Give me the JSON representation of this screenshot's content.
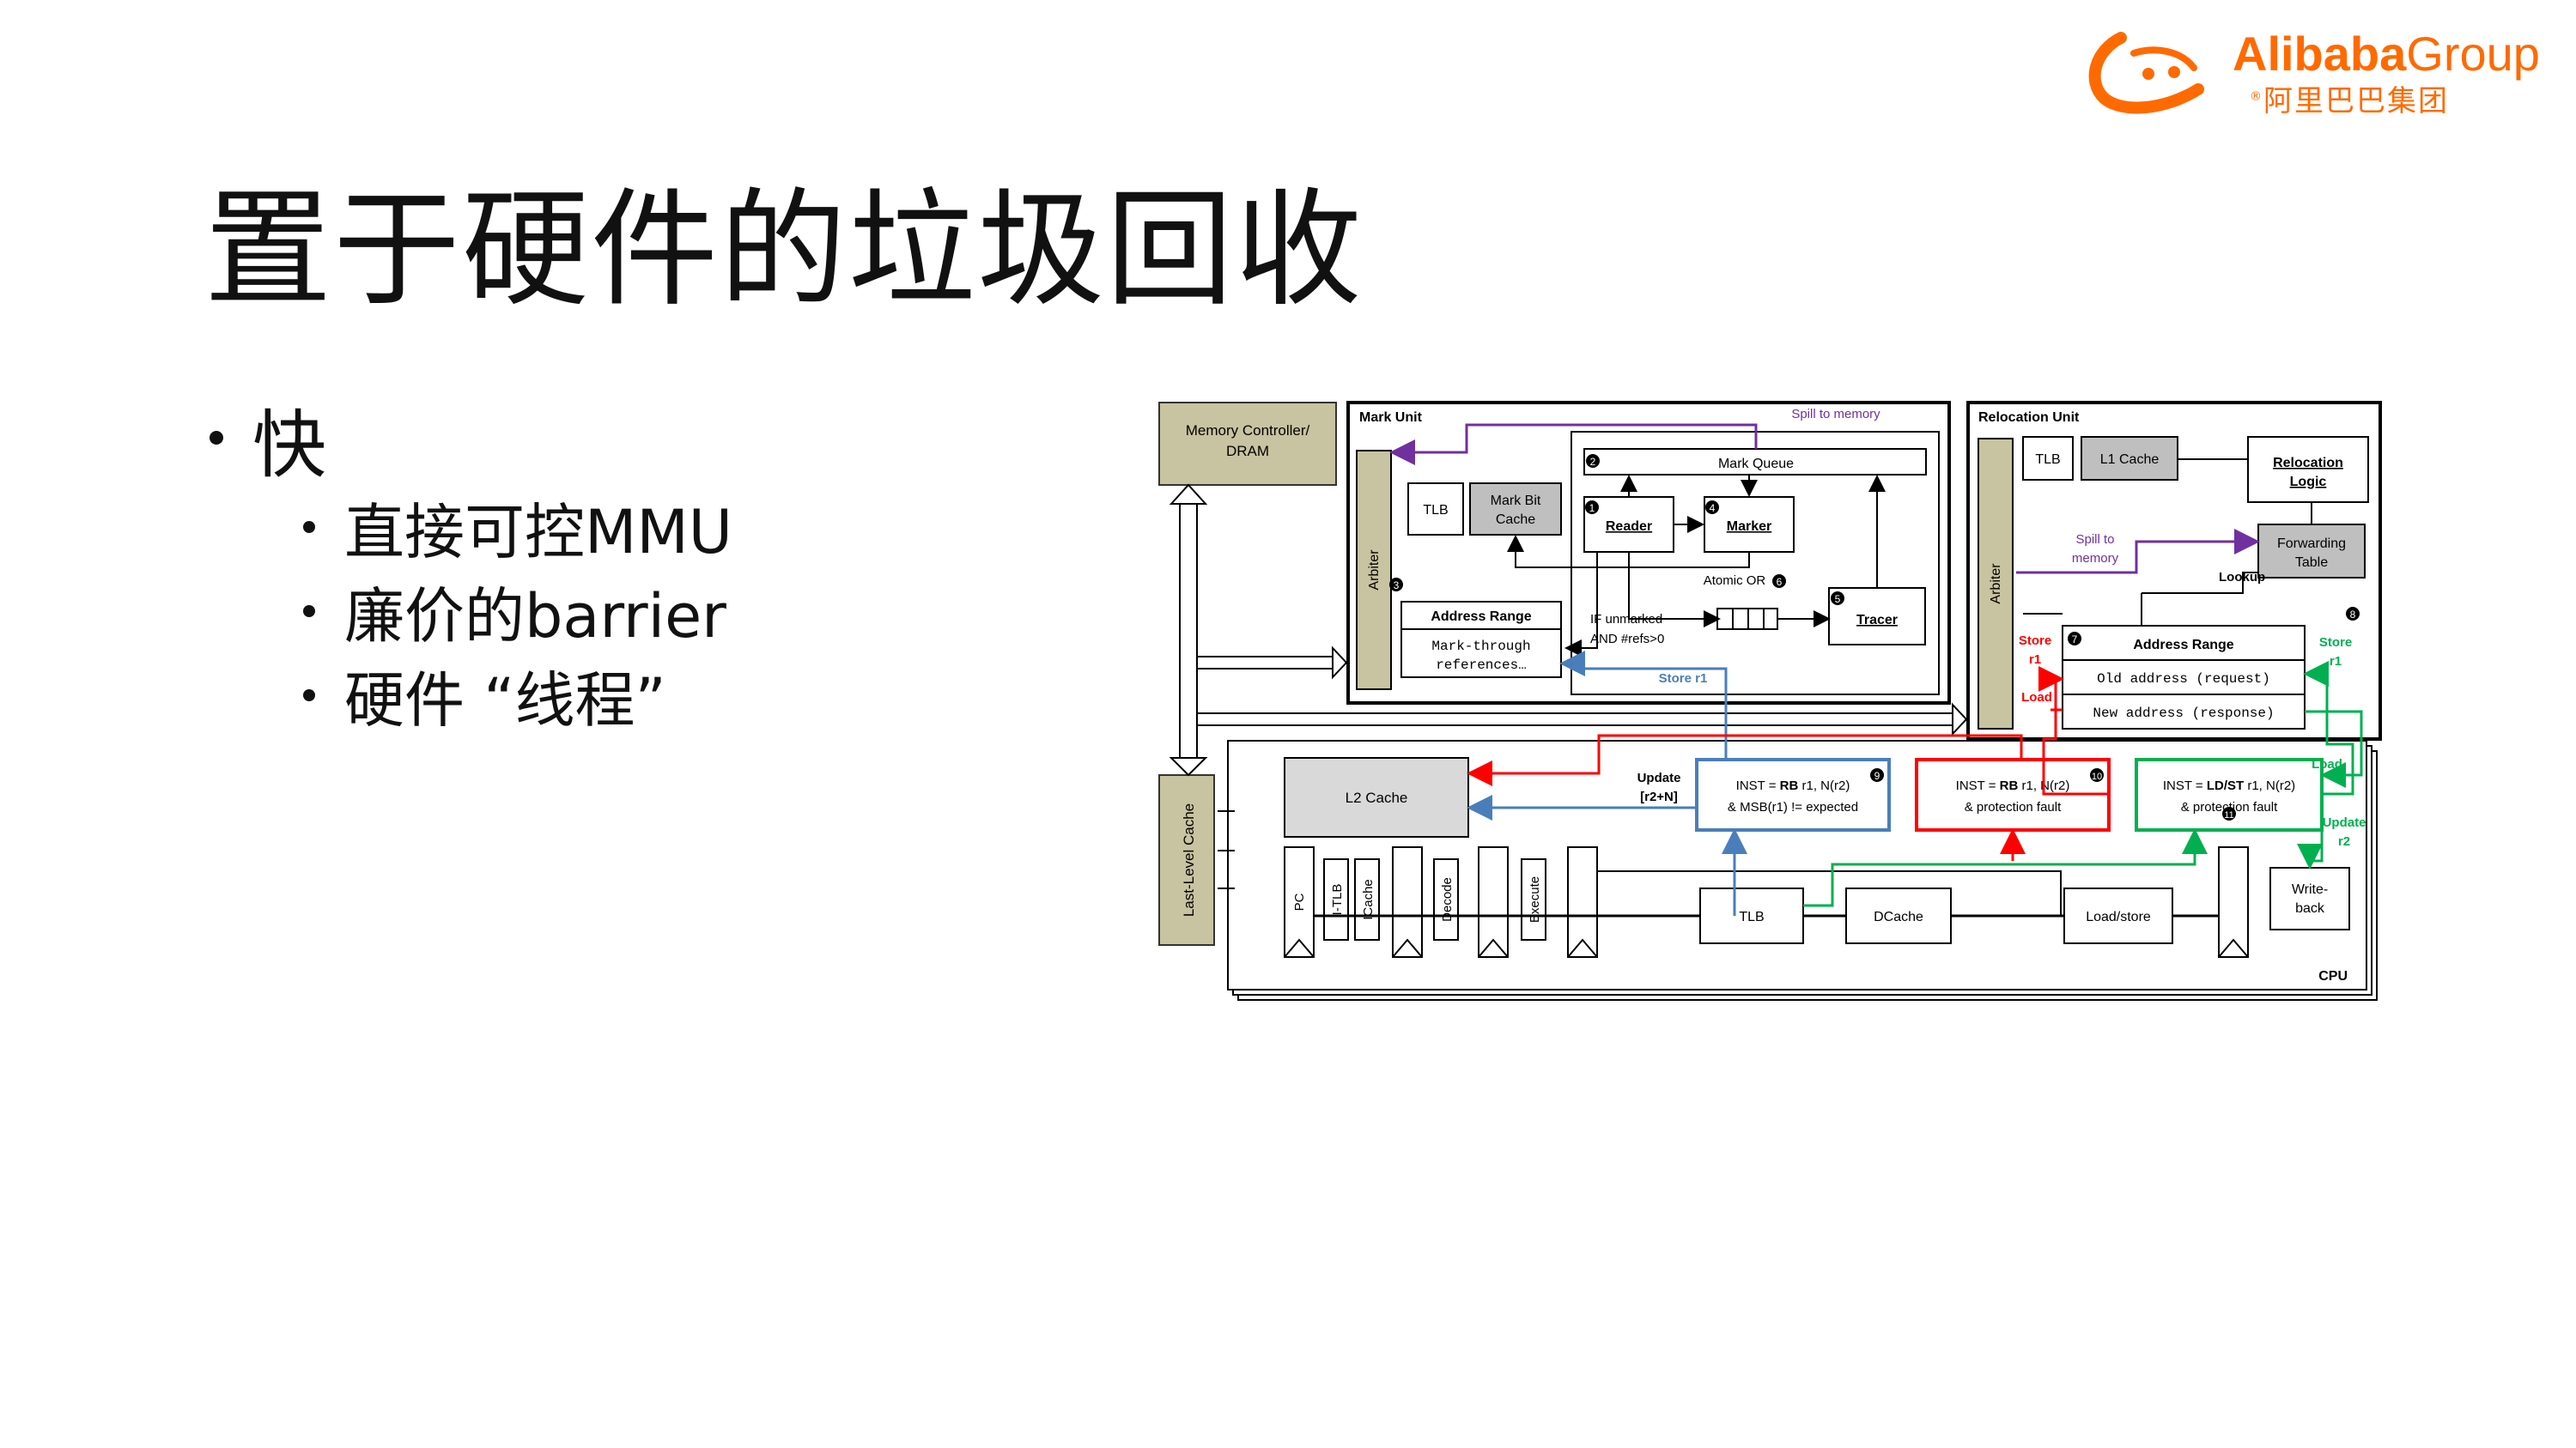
{
  "logo": {
    "brand_bold": "Alibaba",
    "brand_light": "Group",
    "brand_cn": "阿里巴巴集团",
    "registered": "®"
  },
  "slide": {
    "title": "置于硬件的垃圾回收",
    "bullets": [
      {
        "text": "快",
        "sub": [
          "直接可控MMU",
          "廉价的barrier",
          "硬件 “线程”"
        ]
      }
    ]
  },
  "diagram": {
    "memory_controller": "Memory Controller/ DRAM",
    "last_level_cache": "Last-Level Cache",
    "mark_unit": {
      "title": "Mark Unit",
      "spill": "Spill to memory",
      "arbiter": "Arbiter",
      "tlb": "TLB",
      "mark_bit_cache": "Mark Bit Cache",
      "mark_queue": "Mark Queue",
      "reader": "Reader",
      "marker": "Marker",
      "atomic_or": "Atomic OR",
      "tracer": "Tracer",
      "address_range": "Address Range",
      "mark_through": "Mark-through references…",
      "if_unmarked": "IF unmarked",
      "and_refs": "AND #refs>0",
      "store_r1": "Store r1",
      "num1": "1",
      "num2": "2",
      "num3": "3",
      "num4": "4",
      "num5": "5",
      "num6": "6"
    },
    "relocation_unit": {
      "title": "Relocation Unit",
      "arbiter": "Arbiter",
      "tlb": "TLB",
      "l1_cache": "L1 Cache",
      "relocation_logic": "Relocation Logic",
      "spill": "Spill to memory",
      "forwarding_table": "Forwarding Table",
      "lookup": "Lookup",
      "address_range": "Address Range",
      "old_address": "Old address (request)",
      "new_address": "New address (response)",
      "store_r1_left": "Store r1",
      "load_left": "Load",
      "store_r1_right": "Store r1",
      "num7": "7",
      "num8": "8"
    },
    "cpu": {
      "label": "CPU",
      "l2_cache": "L2 Cache",
      "update": "Update [r2+N]",
      "inst9": "INST = RB r1, N(r2) & MSB(r1) != expected",
      "inst10": "INST = RB r1, N(r2) & protection fault",
      "inst11": "INST = LD/ST r1, N(r2) & protection fault",
      "load": "Load",
      "update_r2": "Update r2",
      "pc": "PC",
      "itlb": "I-TLB",
      "icache": "ICache",
      "decode": "Decode",
      "execute": "Execute",
      "tlb": "TLB",
      "dcache": "DCache",
      "load_store": "Load/store",
      "writeback": "Write-back",
      "num9": "9",
      "num10": "10",
      "num11": "11"
    }
  },
  "colors": {
    "brand": "#ff6a00",
    "khaki": "#c8c3a0",
    "gray_box": "#bfbfbf",
    "purple": "#7030a0",
    "blue": "#4a7ebb",
    "red": "#ff0000",
    "green": "#00b050"
  }
}
